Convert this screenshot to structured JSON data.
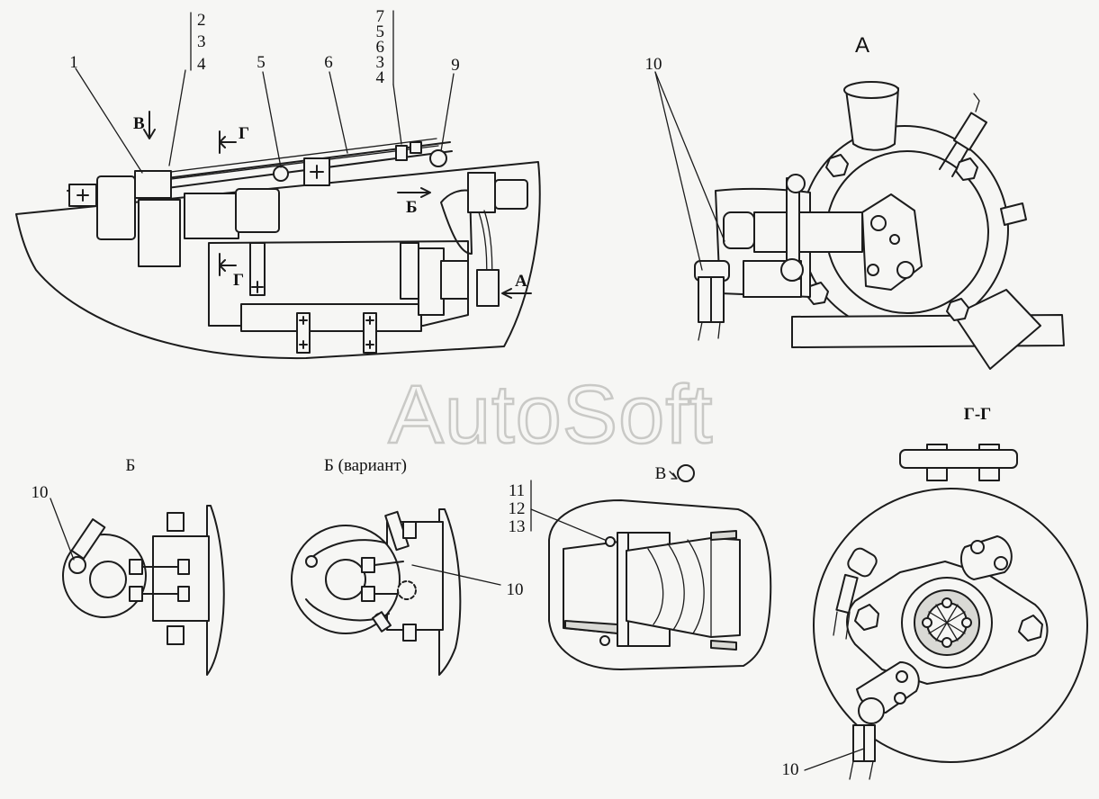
{
  "watermark": "AutoSoft",
  "main_view": {
    "callouts": {
      "c1": "1",
      "c5": "5",
      "c6": "6",
      "c9": "9",
      "c2": "2",
      "c3": "3",
      "c4": "4",
      "c7": "7",
      "c5b": "5",
      "c6b": "6",
      "c3b": "3",
      "c4b": "4"
    },
    "view_arrows": {
      "v": "В",
      "g_top": "Г",
      "b": "Б",
      "g_bottom": "Г",
      "a": "А"
    }
  },
  "view_a": {
    "title": "А",
    "callout": "10"
  },
  "view_b": {
    "title": "Б",
    "callout": "10"
  },
  "view_b_variant": {
    "title": "Б (вариант)",
    "callout": "10"
  },
  "view_v": {
    "title": "В",
    "callouts": [
      "11",
      "12",
      "13"
    ]
  },
  "section_g": {
    "title": "Г-Г",
    "callout": "10"
  }
}
